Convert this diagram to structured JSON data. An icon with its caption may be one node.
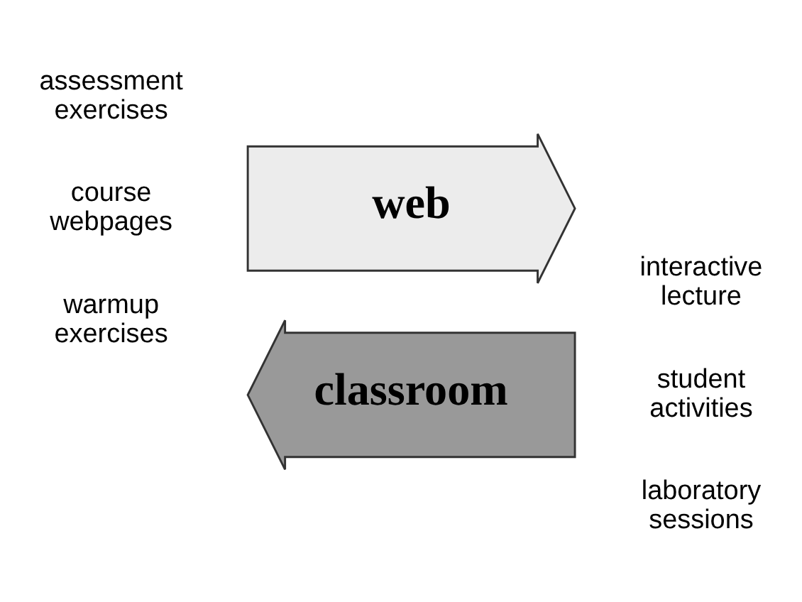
{
  "diagram": {
    "nodes": [
      {
        "text": [
          "web"
        ],
        "beside": [
          "assessment exercises",
          "course webpages",
          "warmup exercises"
        ]
      },
      {
        "text": [
          "classroom"
        ],
        "beside": [
          "interactive lecture",
          "student activities",
          "laboratory sessions"
        ]
      }
    ]
  }
}
